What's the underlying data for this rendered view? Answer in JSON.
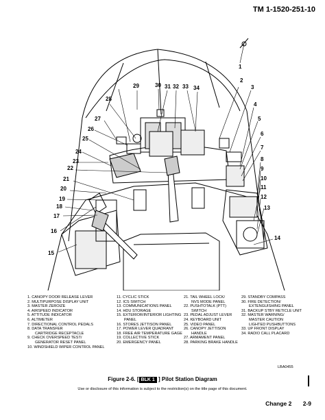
{
  "header": {
    "tm_number": "TM 1-1520-251-10"
  },
  "callouts": [
    "1",
    "2",
    "3",
    "4",
    "5",
    "6",
    "7",
    "8",
    "9",
    "10",
    "11",
    "12",
    "13",
    "14",
    "15",
    "16",
    "17",
    "18",
    "19",
    "20",
    "21",
    "22",
    "23",
    "24",
    "25",
    "26",
    "27",
    "28",
    "29",
    "30",
    "31",
    "32",
    "33",
    "34"
  ],
  "legend": {
    "col1": [
      [
        "1.  CANOPY DOOR RELEASE LEVER"
      ],
      [
        "2.  MULTIPURPOSE DISPLAY UNIT"
      ],
      [
        "3.  MASTER ZEROIZE"
      ],
      [
        "4.  AIRSPEED INDICATOR"
      ],
      [
        "5.  ATTITUDE INDICATOR"
      ],
      [
        "6.  ALTIMETER"
      ],
      [
        "7.  DIRECTIONAL CONTROL PEDALS"
      ],
      [
        "8.  DATA TRANSFER",
        "CARTRIDGE RECEPTACLE"
      ],
      [
        "9.  CHECK OVERSPEED TEST/",
        "GENERATOR RESET PANEL"
      ],
      [
        "10. WINDSHIELD WIPER CONTROL PANEL"
      ]
    ],
    "col2": [
      [
        "11. CYCLIC STICK"
      ],
      [
        "12. ICS SWITCH"
      ],
      [
        "13. COMMUNICATIONS PANEL"
      ],
      [
        "14. HDU STORAGE"
      ],
      [
        "15. EXTERIOR/INTERIOR LIGHTING",
        "PANEL"
      ],
      [
        "16. STORES JETTISON PANEL"
      ],
      [
        "17. POWER LEVER QUADRANT"
      ],
      [
        "18. FREE AIR TEMPERATURE GAGE"
      ],
      [
        "19. COLLECTIVE STICK"
      ],
      [
        "20. EMERGENCY PANEL"
      ]
    ],
    "col3": [
      [
        "21. TAIL WHEEL LOCK/",
        "NVS MODE PANEL"
      ],
      [
        "22. PUSHTOTALK (PTT)",
        "SWITCH"
      ],
      [
        "23. PEDAL ADJUST LEVER"
      ],
      [
        "24. KEYBOARD UNIT"
      ],
      [
        "25. VIDEO PANEL"
      ],
      [
        "26. CANOPY JETTISON",
        "HANDLE"
      ],
      [
        "27. ARMAMENT PANEL"
      ],
      [
        "28. PARKING BRAKE HANDLE"
      ]
    ],
    "col4": [
      [
        "29. STANDBY COMPASS"
      ],
      [
        "30. FIRE DETECTION/",
        "EXTENGUISHING PANEL"
      ],
      [
        "31. BACKUP STBY RETICLE UNIT"
      ],
      [
        "32. MASTER WARNING/",
        "MASTER CAUTION",
        "LIGHTED PUSHBUTTONS"
      ],
      [
        "33. UP FRONT DISPLAY"
      ],
      [
        "34. RADIO CALL PLACARD"
      ]
    ]
  },
  "figure_code": "LBA0455",
  "caption": {
    "prefix": "Figure  2-6.   [",
    "badge": "BLK 1",
    "suffix": " ]  Pilot Station Diagram"
  },
  "notice": "Use or disclosure of this information is subject to the restriction(s) on the title page of this document.",
  "footer": {
    "change": "Change 2",
    "page": "2-9"
  }
}
